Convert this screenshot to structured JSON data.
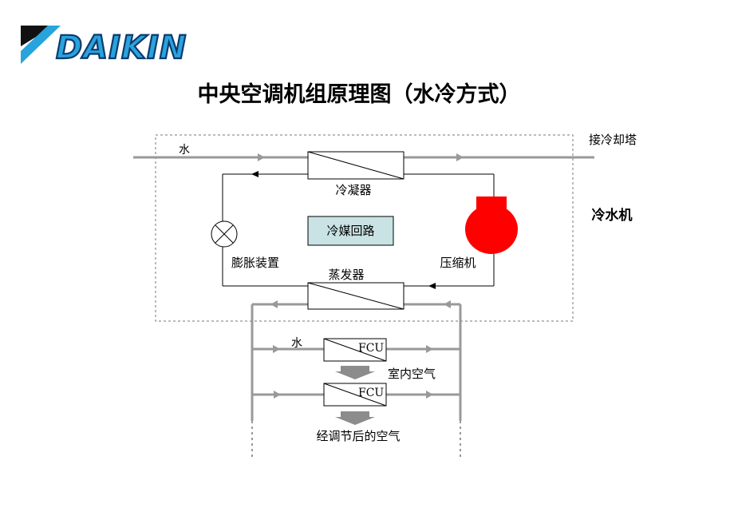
{
  "logo": {
    "text": "DAIKIN",
    "colors": {
      "blue": "#29a3dc",
      "navy": "#0d3a6e",
      "black": "#111111"
    }
  },
  "title": "中央空调机组原理图（水冷方式）",
  "labels": {
    "water_top": "水",
    "cooling_tower": "接冷却塔",
    "condenser": "冷凝器",
    "refrigerant_loop": "冷媒回路",
    "chiller": "冷水机",
    "expansion_valve": "膨胀装置",
    "compressor": "压缩机",
    "evaporator": "蒸发器",
    "water_bottom": "水",
    "fcu1": "FCU",
    "fcu2": "FCU",
    "indoor_air": "室内空气",
    "conditioned_air": "经调节后的空气"
  },
  "colors": {
    "pipe_gray": "#999999",
    "refrigerant_box_fill": "#c9e2e4",
    "compressor_red": "#ff0000",
    "arrow_gray": "#8c8c8c",
    "dashed_border": "#777777"
  }
}
